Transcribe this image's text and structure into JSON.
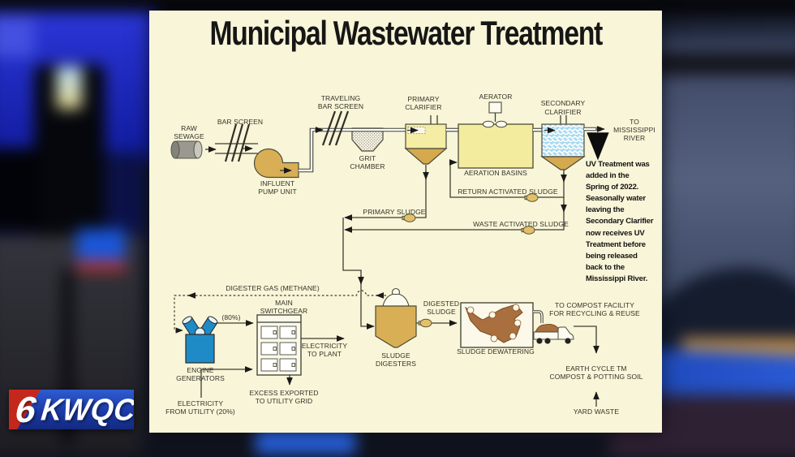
{
  "title": "Municipal Wastewater Treatment",
  "logo": {
    "number": "6",
    "callsign": "KWQC"
  },
  "colors": {
    "panel_bg": "#F9F5D8",
    "tan_sludge": "#D9AF55",
    "pale_yellow_water": "#F3EC9F",
    "clarifier_blue": "#A7DAEF",
    "generator_blue": "#1E8BC7",
    "dewatered_brown": "#A96F3F",
    "line": "#3D3D33",
    "logo_blue": "#1C3AA8",
    "logo_red": "#C4281C"
  },
  "labels": {
    "raw_sewage": [
      "RAW",
      "SEWAGE"
    ],
    "bar_screen": "BAR SCREEN",
    "influent_pump": [
      "INFLUENT",
      "PUMP UNIT"
    ],
    "traveling_bar_screen": [
      "TRAVELING",
      "BAR SCREEN"
    ],
    "grit_chamber": [
      "GRIT",
      "CHAMBER"
    ],
    "primary_clarifier": [
      "PRIMARY",
      "CLARIFIER"
    ],
    "aerator": "AERATOR",
    "aeration_basins": "AERATION BASINS",
    "secondary_clarifier": [
      "SECONDARY",
      "CLARIFIER"
    ],
    "to_mississippi_river": [
      "TO",
      "MISSISSIPPI",
      "RIVER"
    ],
    "return_activated_sludge": "RETURN ACTIVATED SLUDGE",
    "waste_activated_sludge": "WASTE ACTIVATED SLUDGE",
    "primary_sludge": "PRIMARY SLUDGE",
    "digester_gas": "DIGESTER GAS (METHANE)",
    "main_switchgear": [
      "MAIN",
      "SWITCHGEAR"
    ],
    "pct_80": "(80%)",
    "engine_generators": [
      "ENGINE",
      "GENERATORS"
    ],
    "electricity_to_plant": [
      "ELECTRICITY",
      "TO PLANT"
    ],
    "excess_exported": [
      "EXCESS EXPORTED",
      "TO UTILITY GRID"
    ],
    "electricity_from_utility": [
      "ELECTRICITY",
      "FROM UTILITY (20%)"
    ],
    "sludge_digesters": [
      "SLUDGE",
      "DIGESTERS"
    ],
    "digested_sludge": [
      "DIGESTED",
      "SLUDGE"
    ],
    "sludge_dewatering": "SLUDGE DEWATERING",
    "to_compost": [
      "TO COMPOST FACILITY",
      "FOR RECYCLING & REUSE"
    ],
    "earth_cycle": [
      "EARTH CYCLE TM",
      "COMPOST & POTTING SOIL"
    ],
    "yard_waste": "YARD WASTE"
  },
  "uv_note": {
    "lines": [
      "UV Treatment was",
      "added in the",
      "Spring of 2022.",
      "Seasonally water",
      "leaving the",
      "Secondary Clarifier",
      "now receives UV",
      "Treatment before",
      "being released",
      "back to the",
      "Mississippi River."
    ]
  }
}
